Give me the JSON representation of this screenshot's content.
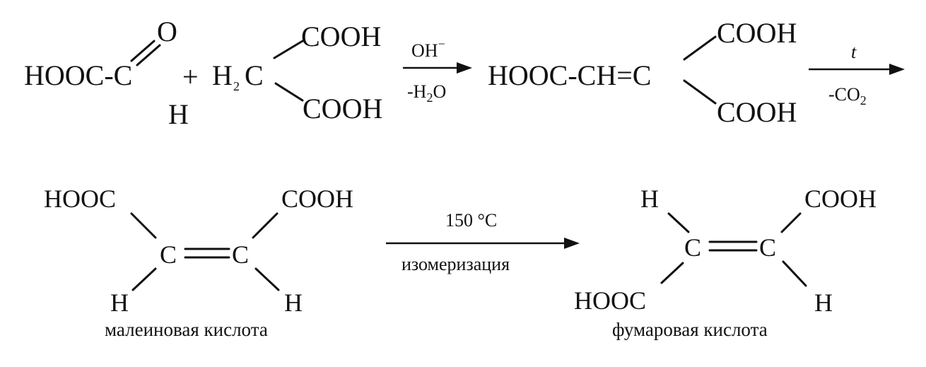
{
  "reaction1": {
    "glyoxylic": {
      "main": "HOOC-C",
      "o": "O",
      "h": "H"
    },
    "plus": "+",
    "malonic": {
      "h": "H",
      "sub": "2",
      "c": "C",
      "cooh_top": "COOH",
      "cooh_bottom": "COOH"
    },
    "arrow1": {
      "above": "OH",
      "above_sup": "−",
      "below_prefix": "-H",
      "below_sub": "2",
      "below_suffix": "O"
    },
    "intermediate": {
      "main": "HOOC-CH=C",
      "cooh_top": "COOH",
      "cooh_bottom": "COOH"
    },
    "arrow2": {
      "above": "t",
      "below_prefix": "-CO",
      "below_sub": "2"
    }
  },
  "reaction2": {
    "maleic": {
      "hooc": "HOOC",
      "cooh": "COOH",
      "c1": "C",
      "c2": "C",
      "h_left": "H",
      "h_right": "H",
      "name": "малеиновая кислота"
    },
    "arrow": {
      "above": "150 °C",
      "below": "изомеризация"
    },
    "fumaric": {
      "h_top": "H",
      "cooh": "COOH",
      "c1": "C",
      "c2": "C",
      "hooc": "HOOC",
      "h_bottom": "H",
      "name": "фумаровая кислота"
    }
  }
}
